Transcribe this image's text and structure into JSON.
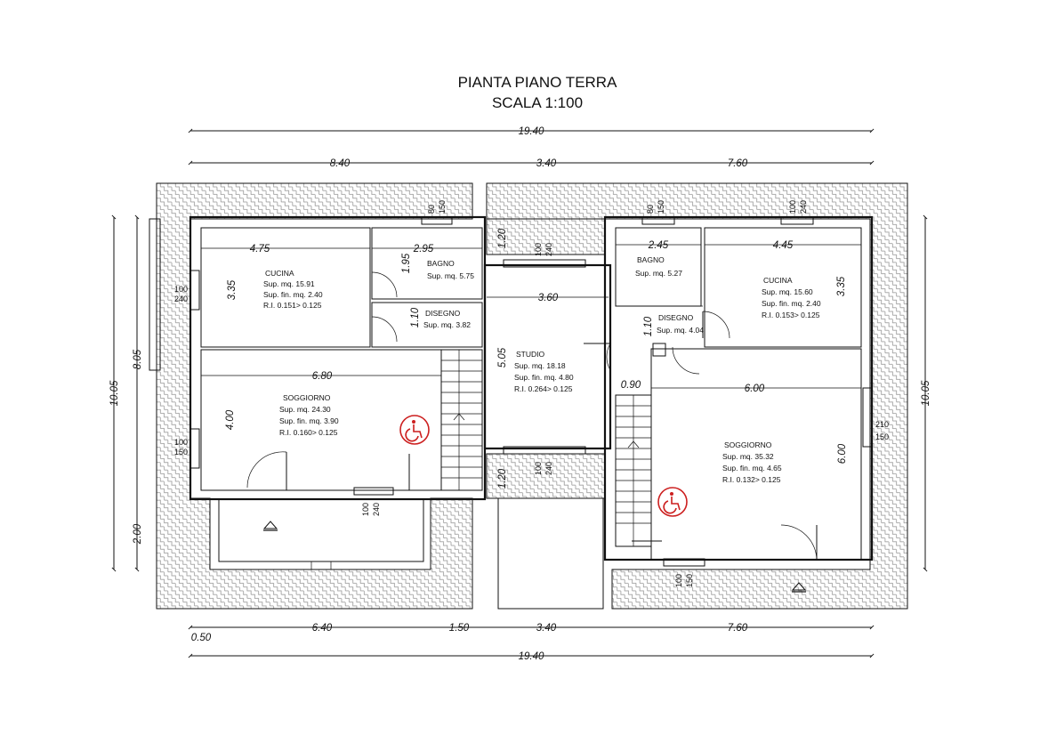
{
  "title": {
    "line1": "PIANTA PIANO TERRA",
    "line2": "SCALA 1:100"
  },
  "dimensions": {
    "top_total": "19.40",
    "top_left": "8.40",
    "top_mid": "3.40",
    "top_right": "7.60",
    "bottom_left": "6.40",
    "bottom_gap": "1.50",
    "bottom_mid": "3.40",
    "bottom_right": "7.60",
    "bottom_offset": "0.50",
    "bottom_total": "19.40",
    "left_total": "10.05",
    "left_inner": "8.05",
    "left_lower": "2.00",
    "right_total": "10.05"
  },
  "rooms": {
    "cucina_left": {
      "name": "CUCINA",
      "sup": "Sup. mq. 15.91",
      "fin": "Sup. fin. mq. 2.40",
      "ri": "R.I. 0.151> 0.125",
      "w": "4.75",
      "h": "3.35"
    },
    "bagno_left": {
      "name": "BAGNO",
      "sup": "Sup. mq. 5.75",
      "w": "2.95",
      "h": "1.95"
    },
    "disegno_left": {
      "name": "DISEGNO",
      "sup": "Sup. mq. 3.82",
      "h": "1.10"
    },
    "soggiorno_left": {
      "name": "SOGGIORNO",
      "sup": "Sup. mq. 24.30",
      "fin": "Sup. fin. mq. 3.90",
      "ri": "R.I. 0.160> 0.125",
      "w": "6.80",
      "h": "4.00"
    },
    "studio": {
      "name": "STUDIO",
      "sup": "Sup. mq. 18.18",
      "fin": "Sup. fin. mq. 4.80",
      "ri": "R.I. 0.264> 0.125",
      "w": "3.60",
      "h": "5.05",
      "top": "1.20",
      "bottom": "1.20"
    },
    "bagno_right": {
      "name": "BAGNO",
      "sup": "Sup. mq. 5.27",
      "w": "2.45"
    },
    "disegno_right": {
      "name": "DISEGNO",
      "sup": "Sup. mq. 4.04",
      "h": "1.10"
    },
    "cucina_right": {
      "name": "CUCINA",
      "sup": "Sup. mq. 15.60",
      "fin": "Sup. fin. mq. 2.40",
      "ri": "R.I. 0.153> 0.125",
      "w": "4.45",
      "h": "3.35"
    },
    "soggiorno_right": {
      "name": "SOGGIORNO",
      "sup": "Sup. mq. 35.32",
      "fin": "Sup. fin. mq. 4.65",
      "ri": "R.I. 0.132> 0.125",
      "w": "6.00",
      "h": "6.00",
      "gap": "0.90"
    }
  },
  "windows": {
    "w1": {
      "a": "80",
      "b": "150"
    },
    "w2": {
      "a": "100",
      "b": "240"
    },
    "w3": {
      "a": "100",
      "b": "150"
    },
    "w4": {
      "a": "100",
      "b": "240"
    },
    "w5": {
      "a": "100",
      "b": "240"
    },
    "w6": {
      "a": "100",
      "b": "240"
    },
    "w7": {
      "a": "80",
      "b": "150"
    },
    "w8": {
      "a": "100",
      "b": "240"
    },
    "w9": {
      "a": "210",
      "b": "150"
    },
    "w10": {
      "a": "100",
      "b": "150"
    }
  },
  "colors": {
    "line": "#111111",
    "accessibility": "#cc1f1f",
    "background": "#ffffff"
  },
  "icons": [
    "wheelchair-icon",
    "entrance-triangle-icon"
  ]
}
